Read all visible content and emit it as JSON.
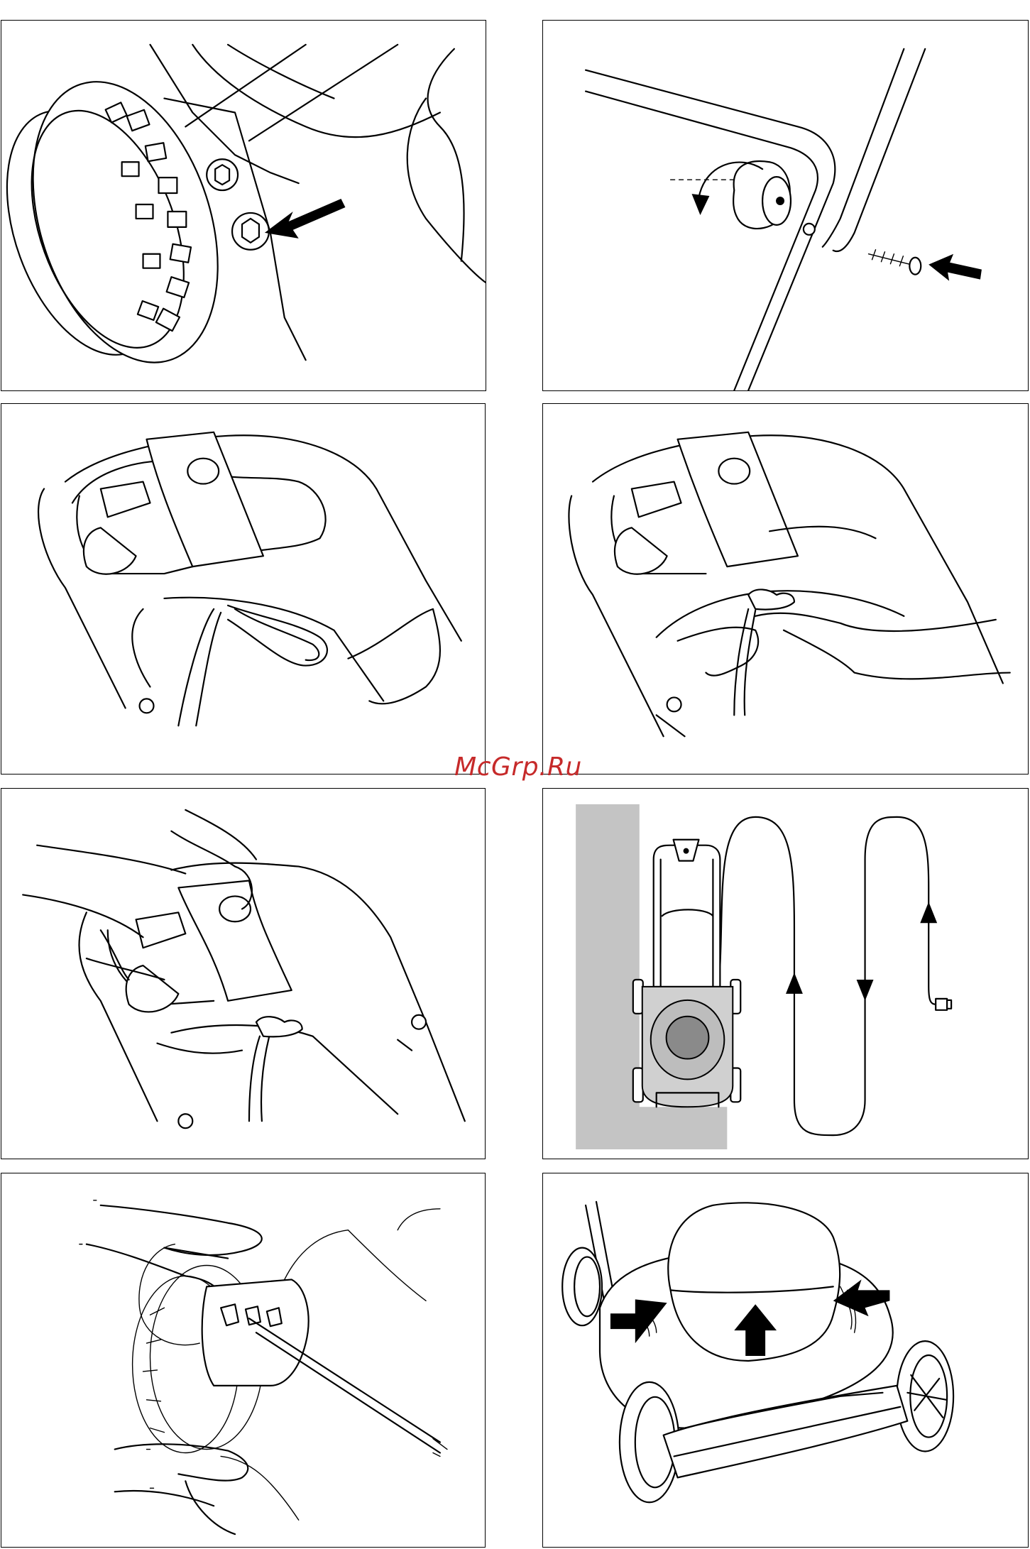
{
  "page": {
    "watermark": "McGrp.Ru",
    "colors": {
      "background": "#ffffff",
      "line": "#000000",
      "watermark": "#c62a2a",
      "wall_shade": "#c4c4c4",
      "mower_fill": "#d0d0d0"
    }
  },
  "panels": [
    {
      "id": "wheel-bolt",
      "arrows": 1,
      "icon": "arrow-icon"
    },
    {
      "id": "handle-knob-screw",
      "arrows": 2,
      "icon": "rotate-arrow-icon"
    },
    {
      "id": "cable-loop-handle",
      "arrows": 0
    },
    {
      "id": "cable-hook-handle",
      "arrows": 0
    },
    {
      "id": "switch-grip-handle",
      "arrows": 0
    },
    {
      "id": "cable-mowing-pattern",
      "arrows": 4,
      "icon": "direction-arrow-icon"
    },
    {
      "id": "height-adjust-lever",
      "arrows": 0
    },
    {
      "id": "grassbox-fit",
      "arrows": 3,
      "icon": "arrow-icon"
    }
  ]
}
